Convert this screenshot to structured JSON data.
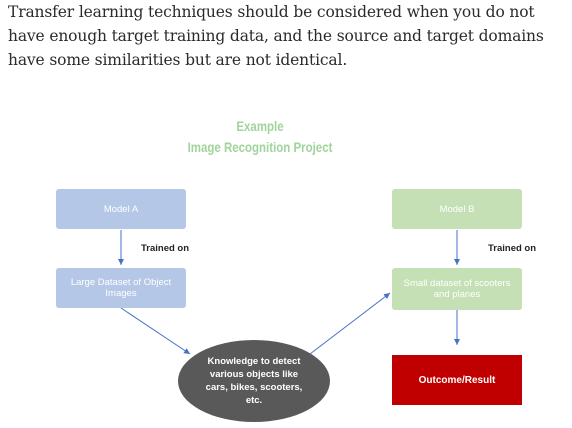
{
  "intro_text": "Transfer learning techniques should be considered when you do not have enough target training data, and the source and target domains have some similarities but are not identical.",
  "diagram": {
    "title_line1": "Example",
    "title_line2": "Image Recognition Project",
    "model_a": "Model A",
    "model_b": "Model B",
    "trained_on_left": "Trained on",
    "trained_on_right": "Trained on",
    "large_dataset": "Large Dataset of Object Images",
    "small_dataset": "Small dataset of scooters and planes",
    "knowledge": "Knowledge to detect various objects like cars, bikes, scooters, etc.",
    "outcome": "Outcome/Result",
    "colors": {
      "title_green": "#9fd49a",
      "blue_box": "#b4c7e7",
      "green_box": "#c5e0b4",
      "knowledge_ellipse": "#595959",
      "outcome_red": "#c00000",
      "arrow": "#4472c4"
    }
  }
}
